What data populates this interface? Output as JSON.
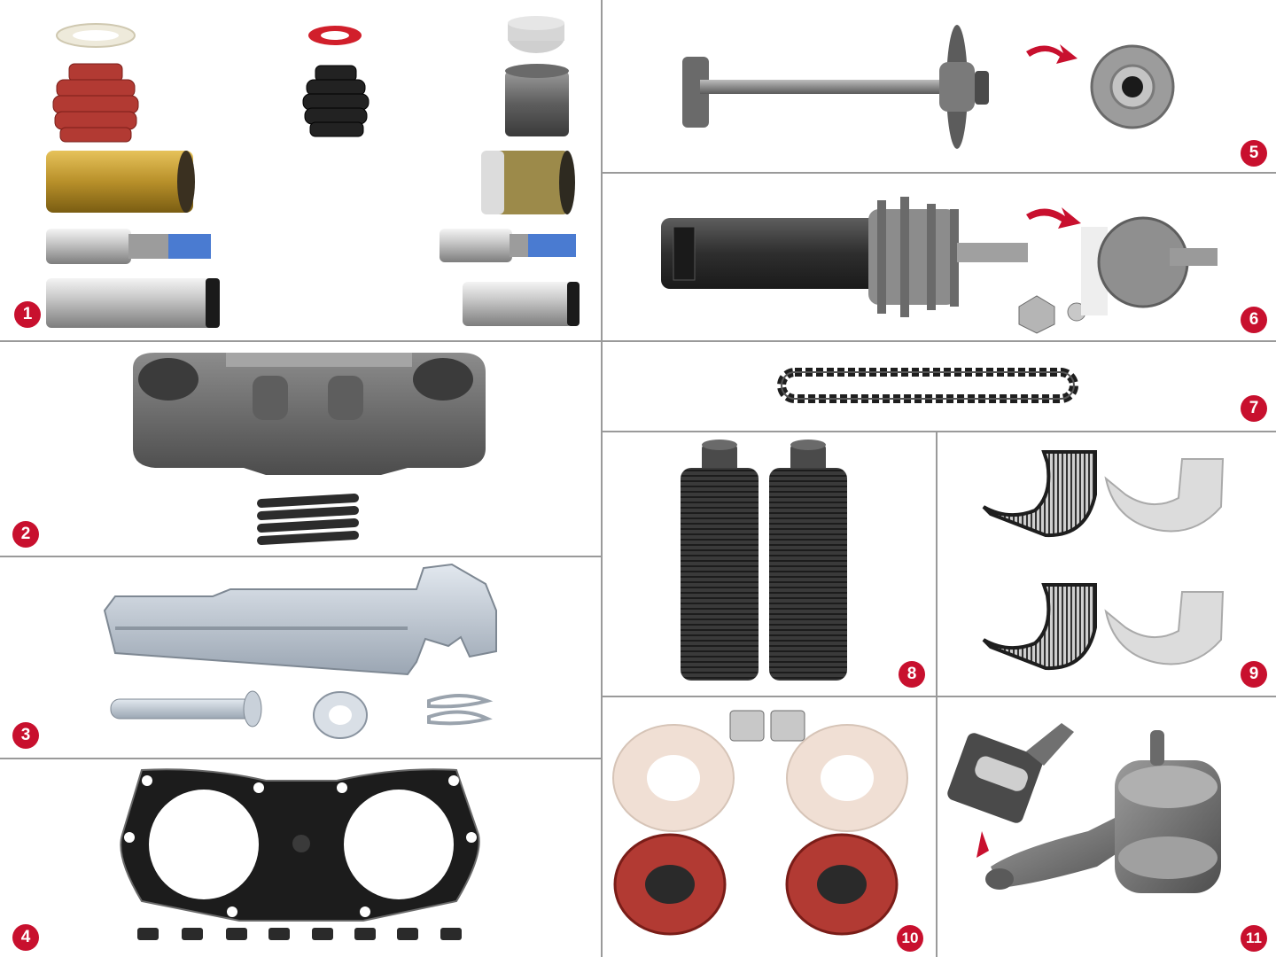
{
  "colors": {
    "badge": "#c8102e",
    "divider": "#9a9a9a",
    "background": "#ffffff"
  },
  "panels": [
    {
      "number": "1",
      "content": "caliper guide pin repair kit"
    },
    {
      "number": "2",
      "content": "caliper bridge with spring"
    },
    {
      "number": "3",
      "content": "pad retainer bracket with pin, washer and clips"
    },
    {
      "number": "4",
      "content": "cover gasket with screws"
    },
    {
      "number": "5",
      "content": "adjuster shaft with gear"
    },
    {
      "number": "6",
      "content": "adjuster mechanism"
    },
    {
      "number": "7",
      "content": "chain"
    },
    {
      "number": "8",
      "content": "threaded tappets"
    },
    {
      "number": "9",
      "content": "needle bearings and shells"
    },
    {
      "number": "10",
      "content": "tappet seals and bushings"
    },
    {
      "number": "11",
      "content": "brake lever with roller"
    }
  ]
}
